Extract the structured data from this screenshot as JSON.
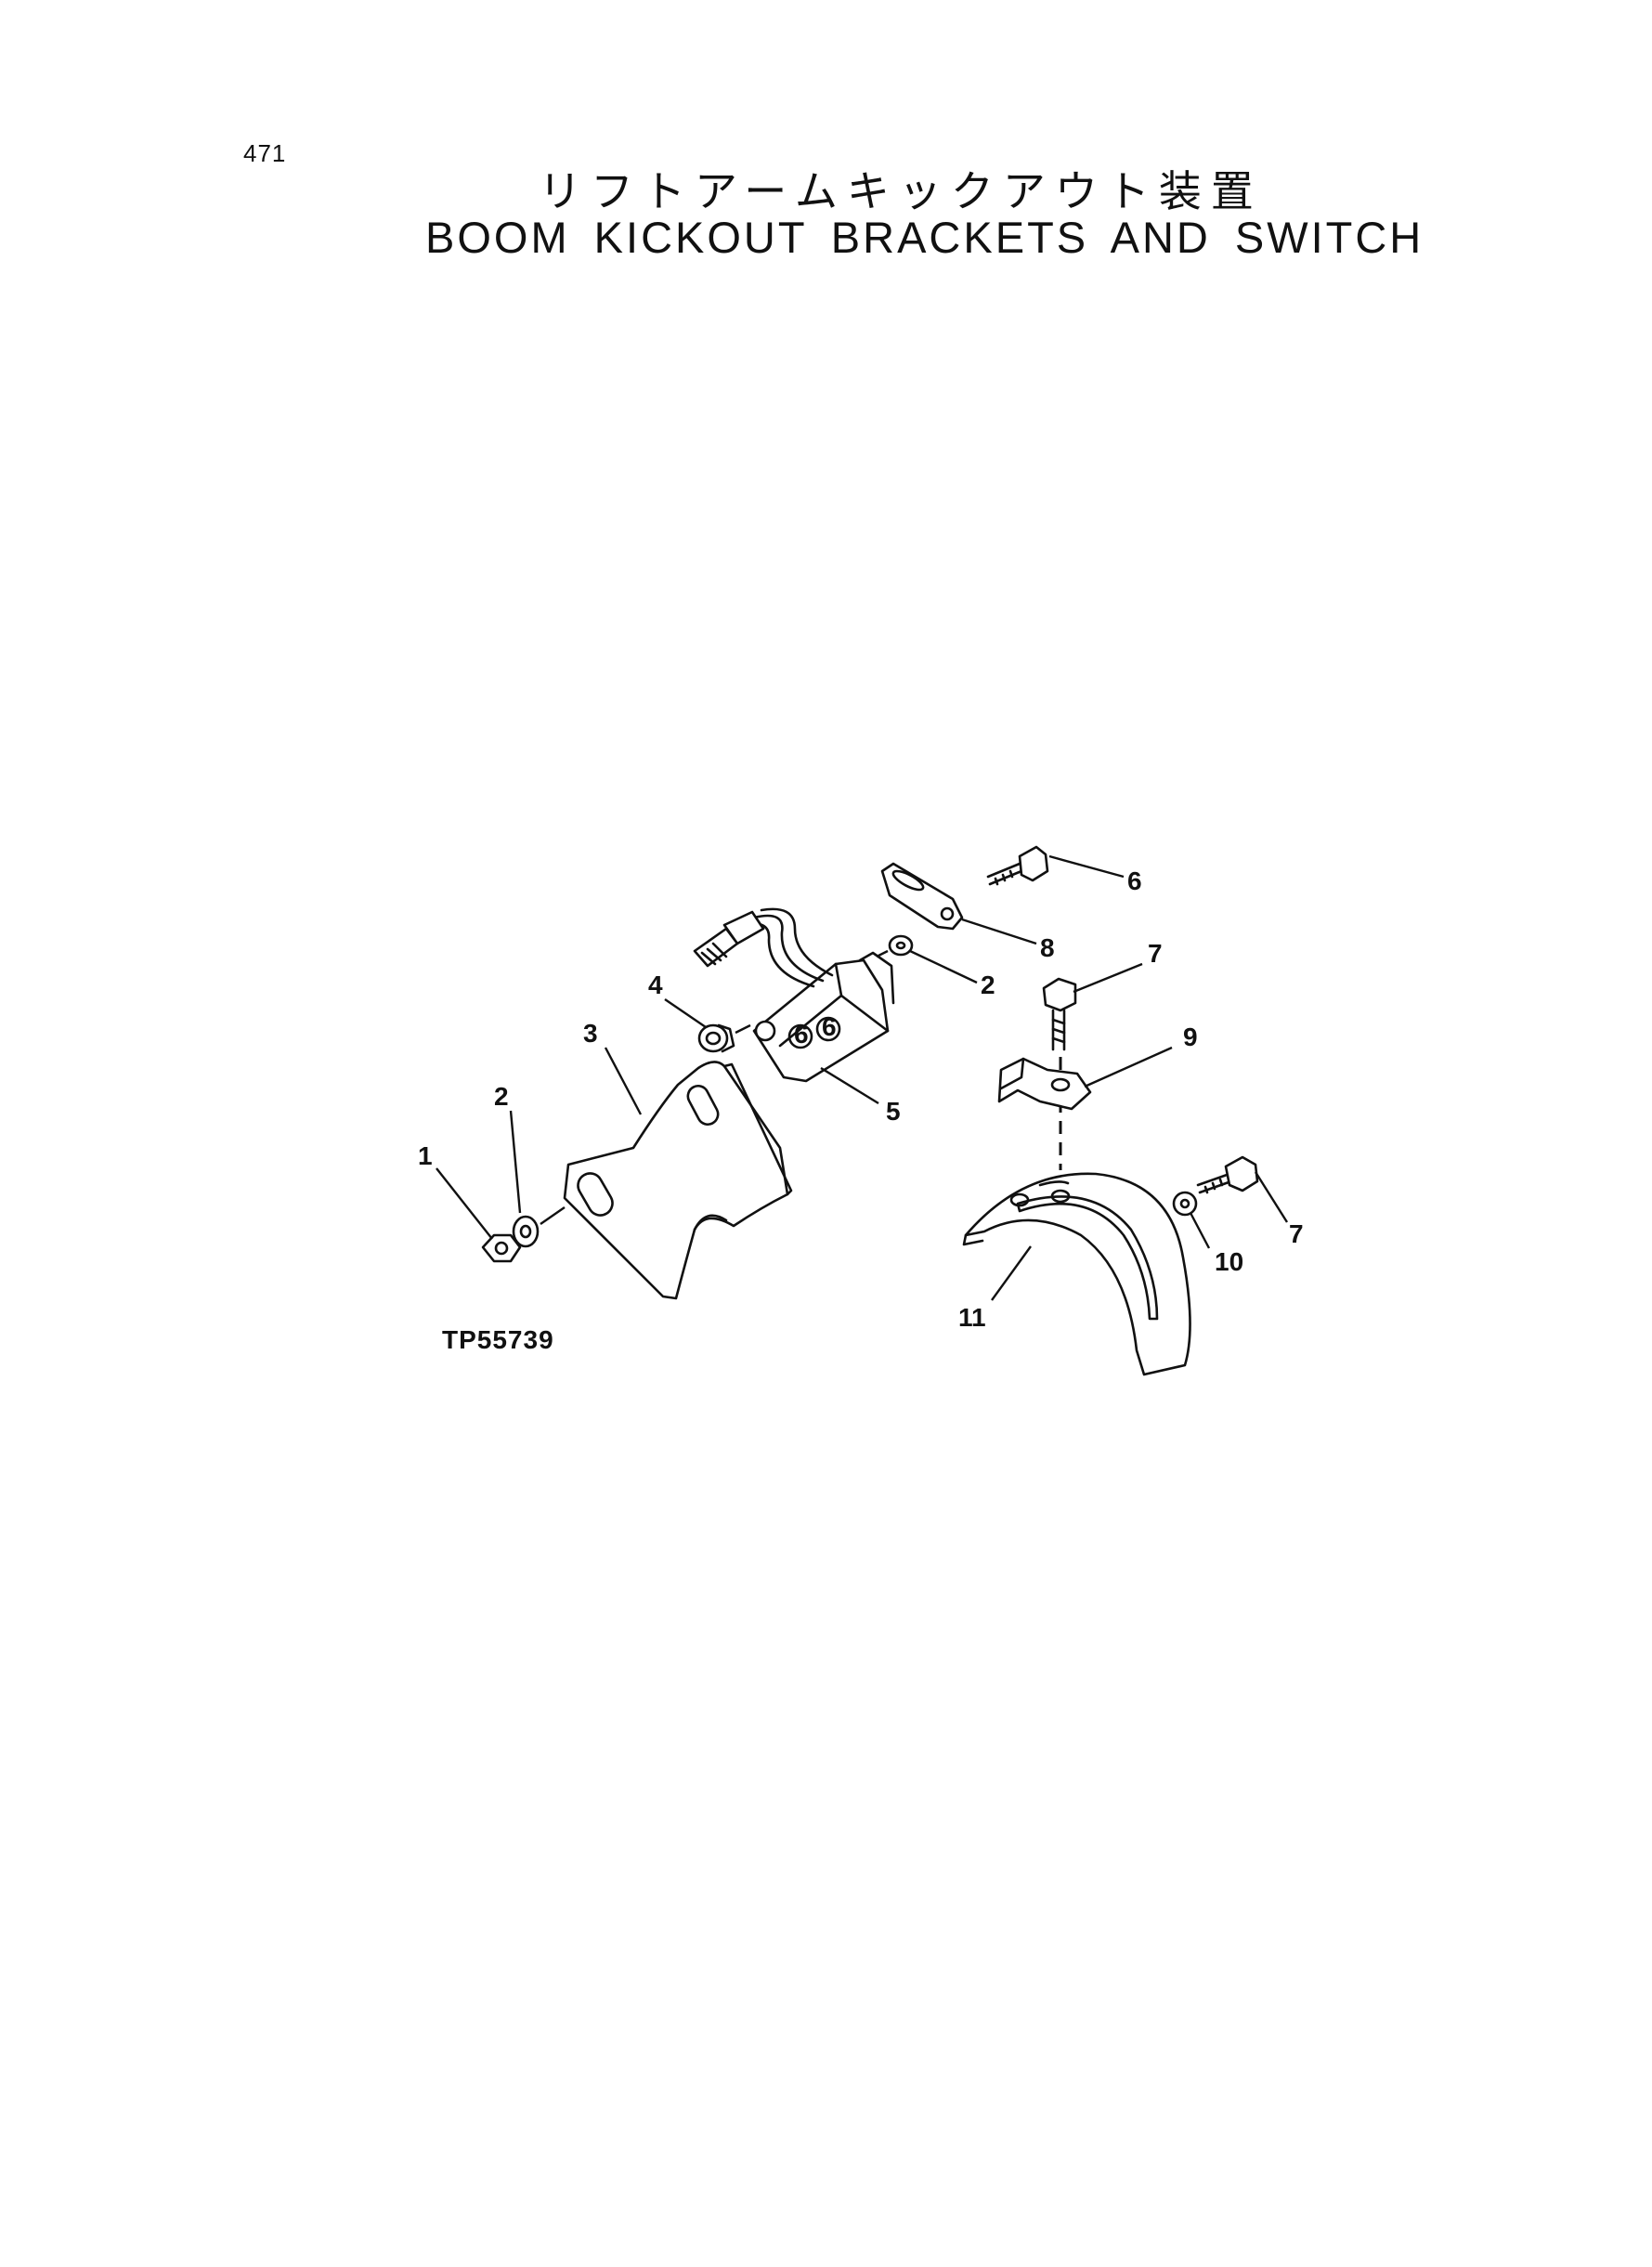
{
  "page": {
    "number": "471",
    "title_ja": "リフトアームキックアウト装置",
    "title_en": "BOOM KICKOUT BRACKETS AND SWITCH"
  },
  "figure": {
    "id": "TP55739",
    "callouts": [
      "1",
      "2",
      "3",
      "4",
      "5",
      "2",
      "6",
      "8",
      "7",
      "9",
      "7",
      "10",
      "11"
    ]
  },
  "icons": {
    "nut": "hex-nut-icon",
    "washer": "washer-icon",
    "bracket": "plate-bracket-icon",
    "spacer": "spacer-icon",
    "switch": "switch-icon",
    "bolt": "bolt-icon",
    "arm": "arm-plate-icon",
    "cam": "cam-bracket-icon"
  }
}
